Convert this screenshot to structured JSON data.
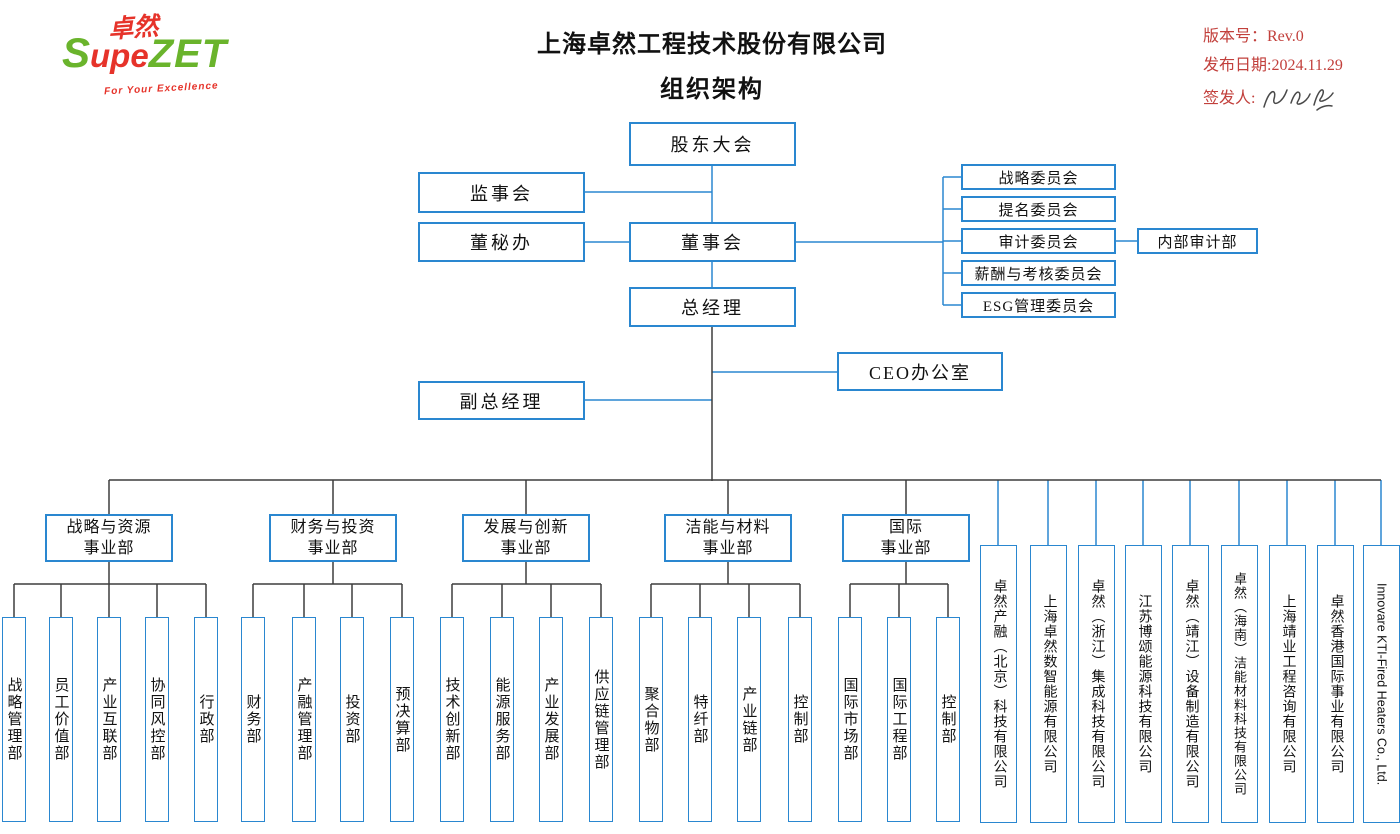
{
  "header": {
    "logo": {
      "cn": "卓然",
      "s": "S",
      "upe": "upe",
      "zet": "ZET",
      "tagline": "For Your Excellence"
    },
    "title_line1": "上海卓然工程技术股份有限公司",
    "title_line2": "组织架构",
    "meta": {
      "version": "版本号：Rev.0",
      "date": "发布日期:2024.11.29",
      "signer": "签发人:"
    }
  },
  "chart": {
    "nodes": {
      "shareholders": "股东大会",
      "supervisory": "监事会",
      "board_office": "董秘办",
      "board": "董事会",
      "gm": "总经理",
      "ceo_office": "CEO办公室",
      "deputy_gm": "副总经理",
      "internal_audit": "内部审计部"
    },
    "committees": [
      "战略委员会",
      "提名委员会",
      "审计委员会",
      "薪酬与考核委员会",
      "ESG管理委员会"
    ],
    "divisions": [
      {
        "line1": "战略与资源",
        "line2": "事业部",
        "depts": [
          "战略管理部",
          "员工价值部",
          "产业互联部",
          "协同风控部",
          "行政部"
        ]
      },
      {
        "line1": "财务与投资",
        "line2": "事业部",
        "depts": [
          "财务部",
          "产融管理部",
          "投资部",
          "预决算部"
        ]
      },
      {
        "line1": "发展与创新",
        "line2": "事业部",
        "depts": [
          "技术创新部",
          "能源服务部",
          "产业发展部",
          "供应链管理部"
        ]
      },
      {
        "line1": "洁能与材料",
        "line2": "事业部",
        "depts": [
          "聚合物部",
          "特纤部",
          "产业链部",
          "控制部"
        ]
      },
      {
        "line1": "国际",
        "line2": "事业部",
        "depts": [
          "国际市场部",
          "国际工程部",
          "控制部"
        ]
      }
    ],
    "subsidiaries": [
      "卓然产融（北京）科技有限公司",
      "上海卓然数智能源有限公司",
      "卓然（浙江）集成科技有限公司",
      "江苏博颂能源科技有限公司",
      "卓然（靖江）设备制造有限公司",
      "卓然（海南）洁能材料科技有限公司",
      "上海靖业工程咨询有限公司",
      "卓然香港国际事业有限公司",
      "Innovare KTI-Fired Heaters Co., Ltd."
    ],
    "colors": {
      "accent_blue": "#2a87d0",
      "line_black": "#3d3d3d",
      "brand_green": "#6ab42c",
      "brand_red": "#e6332a",
      "meta_red": "#c2403c"
    }
  }
}
